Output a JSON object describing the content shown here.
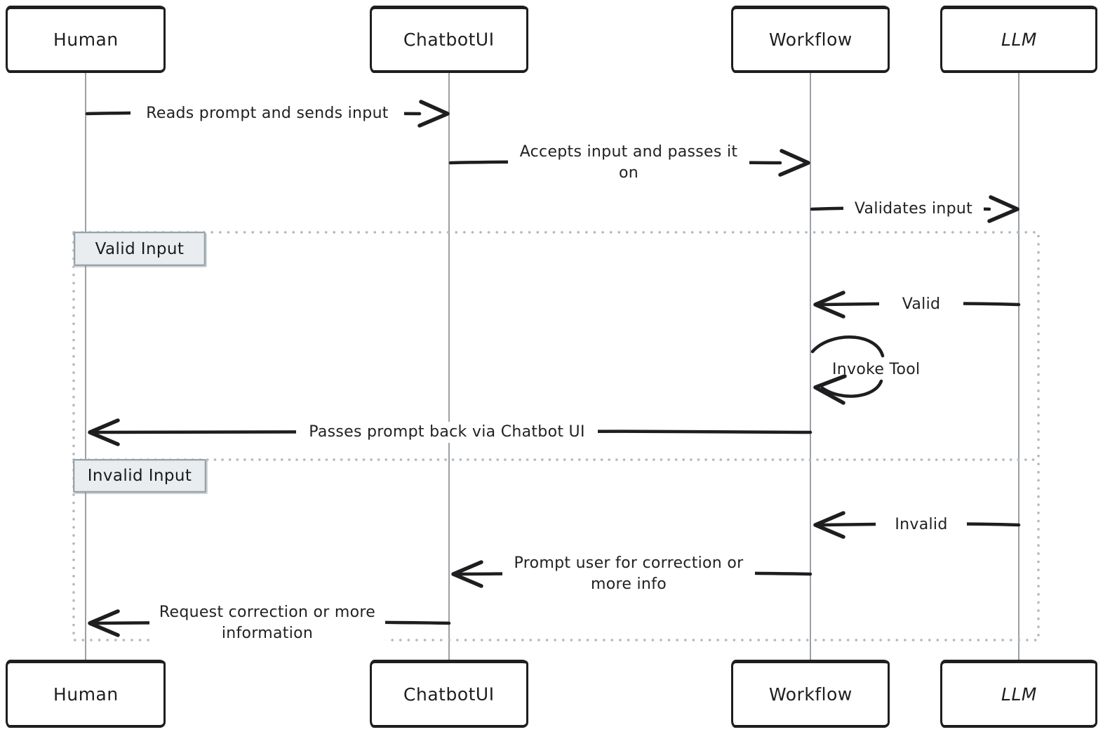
{
  "diagram": {
    "type": "sequence-diagram",
    "actors": [
      {
        "name": "Human"
      },
      {
        "name": "ChatbotUI"
      },
      {
        "name": "Workflow"
      },
      {
        "name": "LLM"
      }
    ],
    "messages": [
      {
        "from": "Human",
        "to": "ChatbotUI",
        "label": "Reads prompt and sends input"
      },
      {
        "from": "ChatbotUI",
        "to": "Workflow",
        "label": "Accepts input and passes it on"
      },
      {
        "from": "Workflow",
        "to": "LLM",
        "label": "Validates input"
      },
      {
        "from": "LLM",
        "to": "Workflow",
        "label": "Valid",
        "section": "Valid Input"
      },
      {
        "from": "Workflow",
        "to": "Workflow",
        "label": "Invoke Tool",
        "section": "Valid Input"
      },
      {
        "from": "Workflow",
        "to": "Human",
        "label": "Passes prompt back via Chatbot UI",
        "section": "Valid Input"
      },
      {
        "from": "LLM",
        "to": "Workflow",
        "label": "Invalid",
        "section": "Invalid Input"
      },
      {
        "from": "Workflow",
        "to": "ChatbotUI",
        "label": "Prompt user for correction or more info",
        "section": "Invalid Input"
      },
      {
        "from": "ChatbotUI",
        "to": "Human",
        "label": "Request correction or more information",
        "section": "Invalid Input"
      }
    ],
    "frame": {
      "kind": "alt",
      "sections": [
        {
          "label": "Valid Input"
        },
        {
          "label": "Invalid Input"
        }
      ]
    },
    "colors": {
      "ink": "#1e1e20",
      "lifeline": "#9aa0a5",
      "frame_border": "#b2b9bf",
      "section_label_fill": "#e9edef",
      "section_label_border": "#98a2a9",
      "background": "#ffffff"
    }
  }
}
